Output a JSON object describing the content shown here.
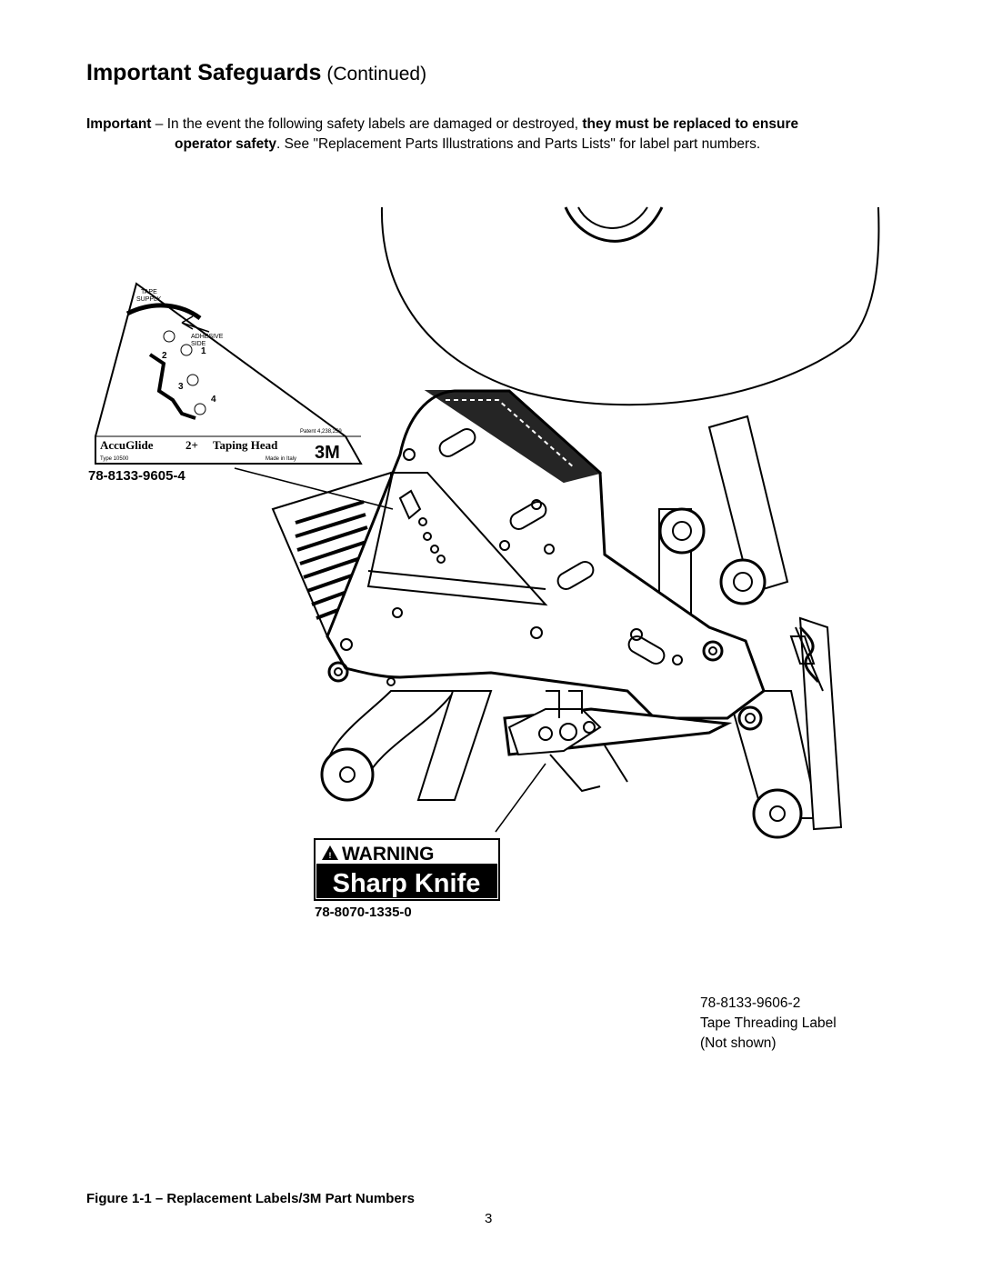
{
  "heading": {
    "main": "Important  Safeguards",
    "sub": "(Continued)"
  },
  "intro": {
    "lead": "Important",
    "text1": " – In the event the following safety labels are damaged or destroyed, ",
    "bold1": "they must be replaced to ensure",
    "bold2": "operator safety",
    "text2": ". See \"Replacement Parts Illustrations and Parts Lists\" for label part numbers."
  },
  "threading_label": {
    "tape_supply": [
      "TAPE",
      "SUPPLY"
    ],
    "adhesive_side": [
      "ADHESIVE",
      "SIDE"
    ],
    "steps": [
      "1",
      "2",
      "3",
      "4"
    ],
    "patent": "Patent 4,238,259",
    "brand": "AccuGlide",
    "model": "2+",
    "product": "Taping  Head",
    "type": "Type 10500",
    "origin": "Made in Italy",
    "logo": "3M"
  },
  "warning_label": {
    "header": "WARNING",
    "body": "Sharp Knife"
  },
  "part_numbers": {
    "threading": "78-8133-9605-4",
    "knife": "78-8070-1335-0"
  },
  "note": {
    "part": "78-8133-9606-2",
    "label": "Tape Threading Label",
    "status": "(Not shown)"
  },
  "caption": "Figure 1-1 – Replacement Labels/3M Part Numbers",
  "page_number": "3"
}
